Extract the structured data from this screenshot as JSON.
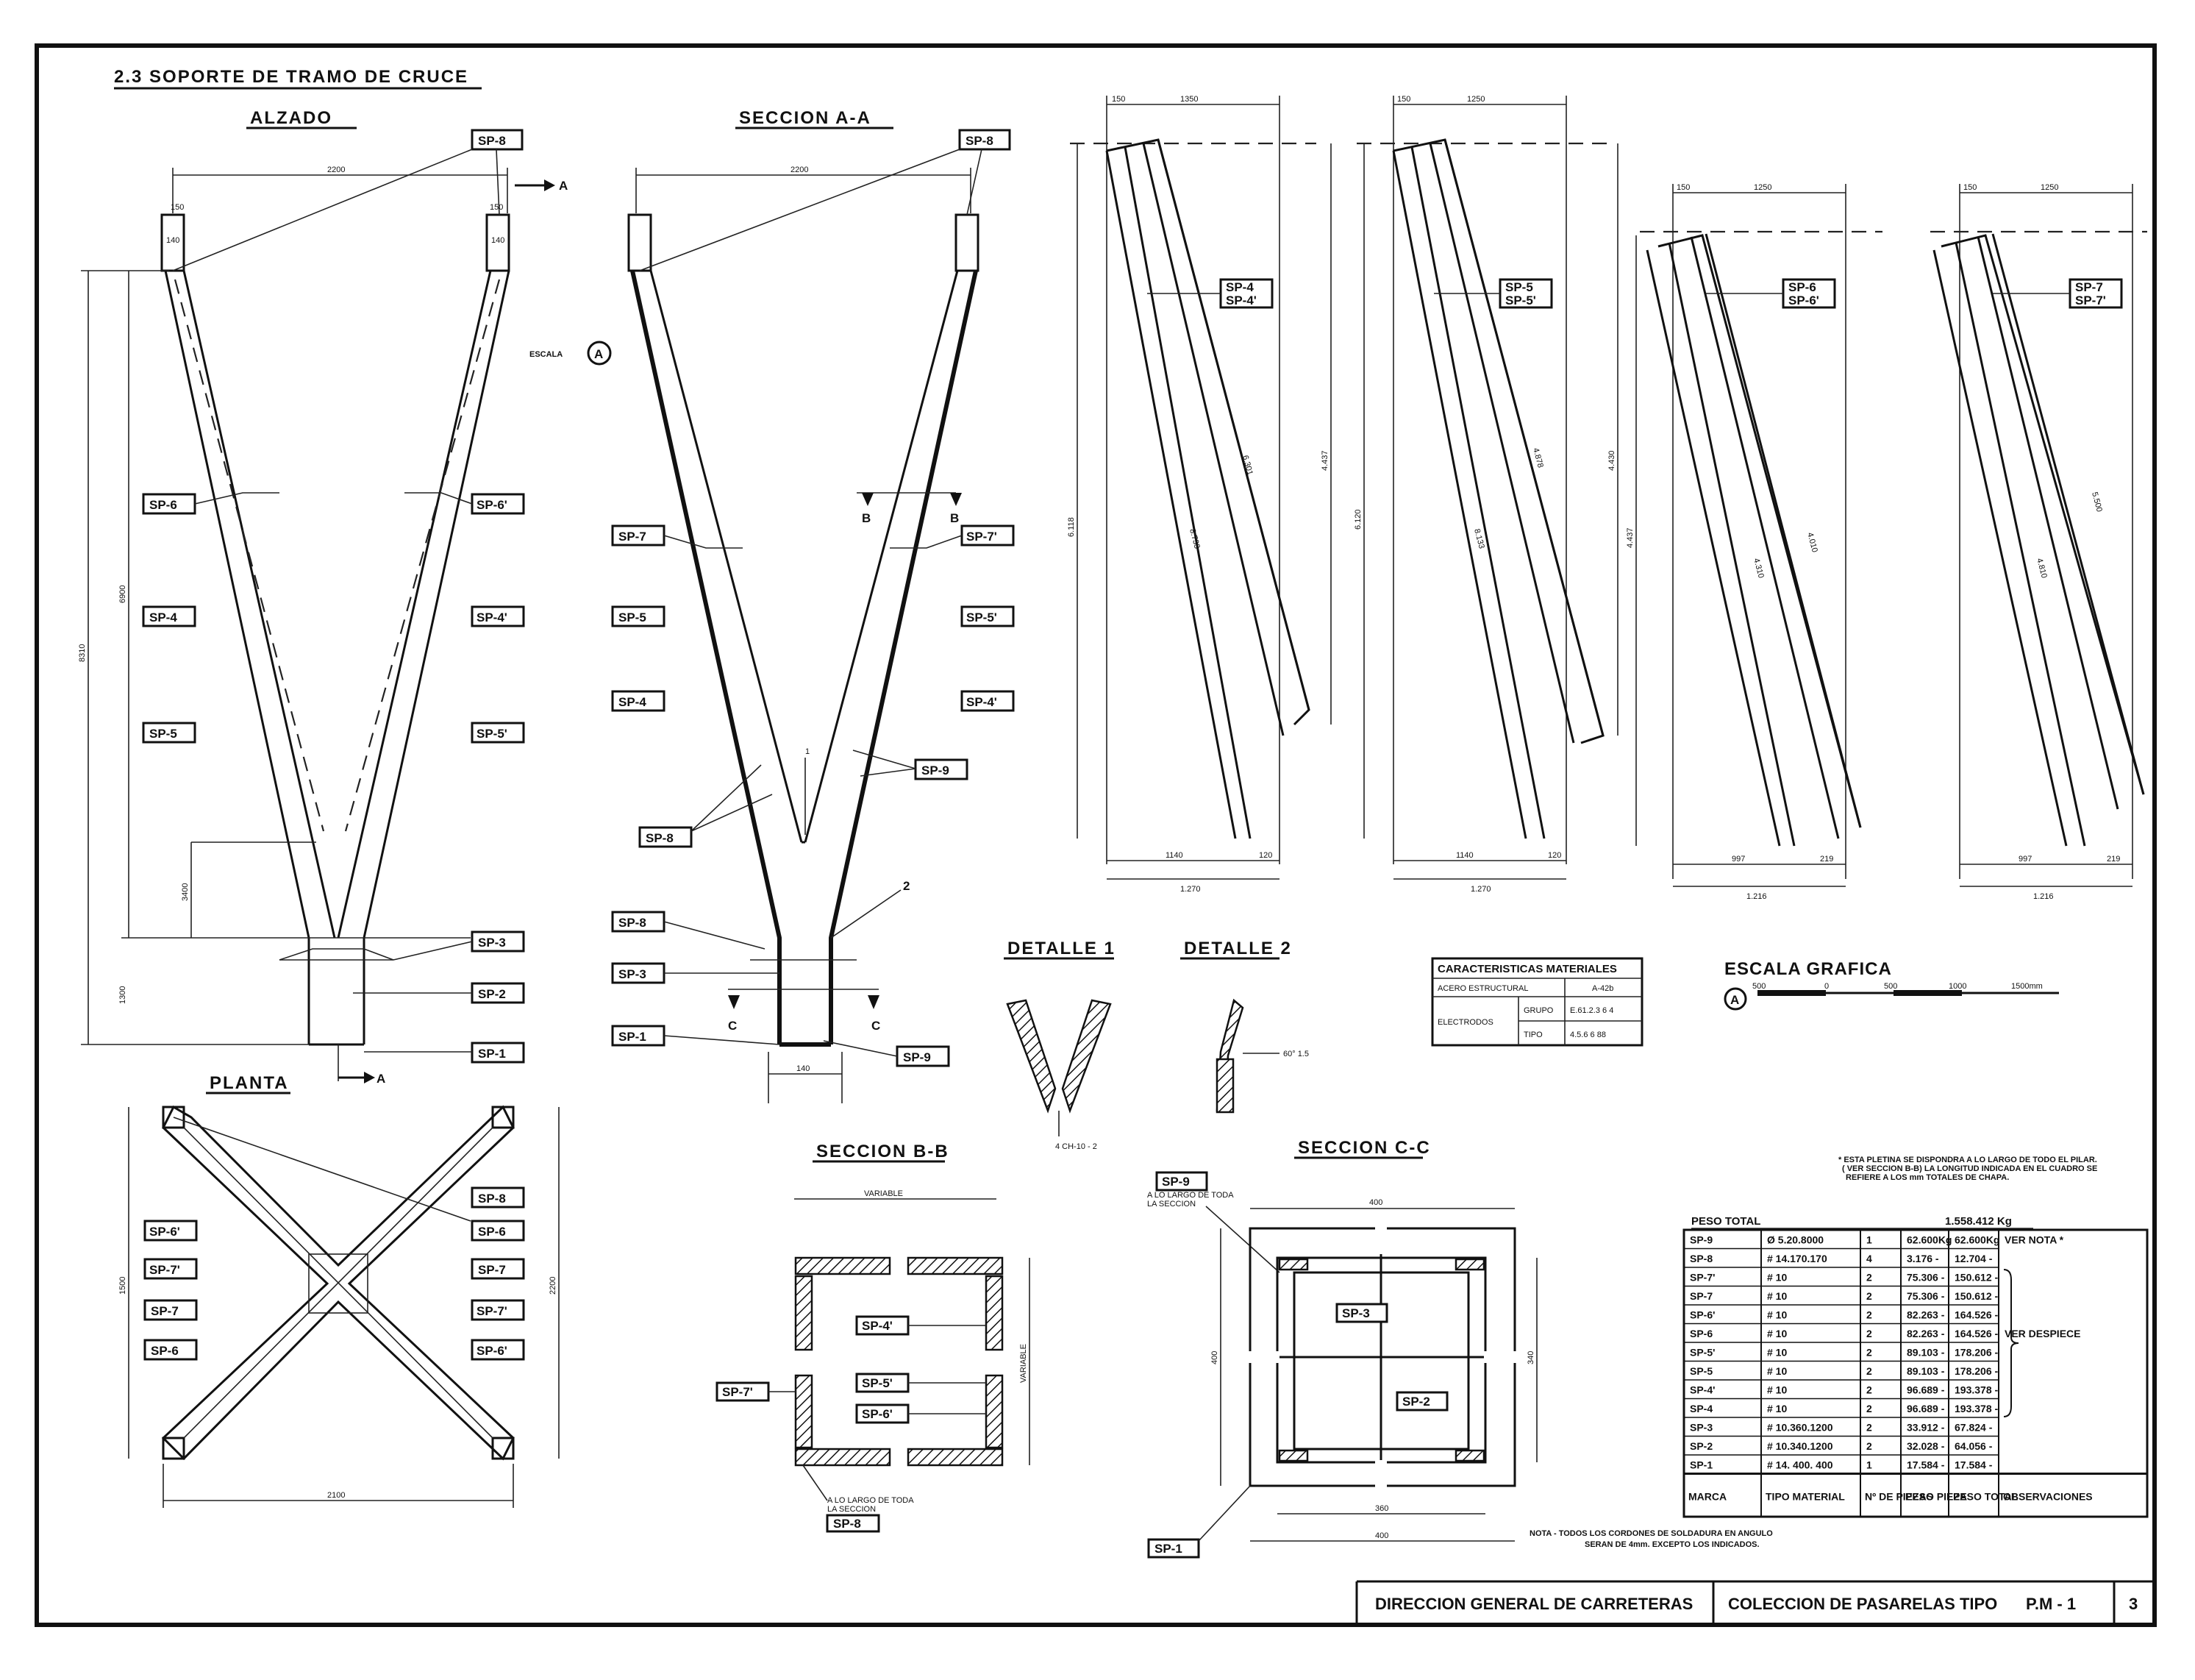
{
  "sheet_title": "2.3 SOPORTE DE TRAMO DE CRUCE",
  "views": {
    "alzado": "ALZADO",
    "seccion_aa": "SECCION A-A",
    "planta": "PLANTA",
    "seccion_bb": "SECCION B-B",
    "seccion_cc": "SECCION C-C",
    "detalle_1": "DETALLE 1",
    "detalle_2": "DETALLE 2"
  },
  "escala_label": "ESCALA",
  "escala_symbol": "A",
  "section_arrow": "A",
  "section_b": "B",
  "section_c": "C",
  "detail_markers": [
    "1",
    "2"
  ],
  "tags": {
    "sp1": "SP-1",
    "sp2": "SP-2",
    "sp3": "SP-3",
    "sp4": "SP-4",
    "sp4p": "SP-4'",
    "sp5": "SP-5",
    "sp5p": "SP-5'",
    "sp6": "SP-6",
    "sp6p": "SP-6'",
    "sp7": "SP-7",
    "sp7p": "SP-7'",
    "sp8": "SP-8",
    "sp9": "SP-9"
  },
  "tag_pairs": {
    "p45": [
      "SP-4",
      "SP-4'"
    ],
    "p55": [
      "SP-5",
      "SP-5'"
    ],
    "p66": [
      "SP-6",
      "SP-6'"
    ],
    "p77": [
      "SP-7",
      "SP-7'"
    ]
  },
  "dims": {
    "alzado_top": "2200",
    "alzado_h1": "6900",
    "alzado_h2": "8310",
    "alzado_h3": "3400",
    "alzado_h4": "1300",
    "sec_top": "2200",
    "dim_150": "150",
    "dim_140": "140",
    "plan_w": "2100",
    "plan_h": "1500",
    "plan_h2": "2200",
    "bb_top": "VARIABLE",
    "bb_side": "VARIABLE",
    "cc_top": "400",
    "cc_side": "400",
    "cc_inner": "340",
    "cc_bottom": "360",
    "cc_bottom2": "400"
  },
  "plate_dims": {
    "p1_top_a": "150",
    "p1_top_b": "1350",
    "p1_len_a": "8.733",
    "p1_len_b": "6.301",
    "p1_h": "4.437",
    "p1_h2": "6.118",
    "p1_bot_a": "1140",
    "p1_bot_b": "120",
    "p1_bot_total": "1.270",
    "p2_top_a": "150",
    "p2_top_b": "1250",
    "p2_len_a": "8.133",
    "p2_len_b": "4.878",
    "p2_h": "4.430",
    "p2_h2": "6.120",
    "p2_bot_a": "1140",
    "p2_bot_b": "120",
    "p2_bot_total": "1.270",
    "p3_top_a": "150",
    "p3_top_b": "1250",
    "p3_len_a": "4.310",
    "p3_len_b": "4.010",
    "p3_h": "4.437",
    "p3_bot_a": "997",
    "p3_bot_b": "219",
    "p3_bot_total": "1.216",
    "p4_top_a": "150",
    "p4_top_b": "1250",
    "p4_len_a": "4.810",
    "p4_len_b": "5.500",
    "p4_bot_a": "997",
    "p4_bot_b": "219",
    "p4_bot_total": "1.216"
  },
  "detail_notes": {
    "d1": "4 CH-10 - 2",
    "d2": "60° 1.5"
  },
  "bb_note": [
    "A LO LARGO DE TODA",
    "LA SECCION"
  ],
  "cc_note": [
    "A LO LARGO DE TODA",
    "LA SECCION"
  ],
  "materials": {
    "title": "CARACTERISTICAS MATERIALES",
    "rows": [
      {
        "label": "ACERO ESTRUCTURAL",
        "sub": "",
        "value": "A-42b"
      },
      {
        "label": "ELECTRODOS",
        "sub": "GRUPO",
        "value": "E.61.2.3 6 4"
      },
      {
        "label": "",
        "sub": "TIPO",
        "value": "4.5.6 6 88"
      }
    ]
  },
  "grafica": {
    "title": "ESCALA GRAFICA",
    "symbol": "A",
    "ticks": [
      "500",
      "0",
      "500",
      "1000",
      "1500mm"
    ]
  },
  "note_star": [
    "* ESTA PLETINA SE DISPONDRA A LO LARGO DE TODO EL PILAR.",
    "( VER SECCION B-B) LA LONGITUD INDICADA EN EL CUADRO SE",
    "REFIERE A LOS mm TOTALES DE CHAPA."
  ],
  "peso_total": {
    "label": "PESO TOTAL",
    "value": "1.558.412 Kg"
  },
  "table": {
    "headers": [
      "MARCA",
      "TIPO MATERIAL",
      "Nº DE PIEZAS",
      "PESO PIEZA",
      "PESO TOTAL",
      "OBSERVACIONES"
    ],
    "rows": [
      [
        "SP-9",
        "Ø 5.20.8000",
        "1",
        "62.600Kg",
        "62.600Kg",
        "VER NOTA *"
      ],
      [
        "SP-8",
        "# 14.170.170",
        "4",
        "3.176 -",
        "12.704 -",
        ""
      ],
      [
        "SP-7'",
        "# 10",
        "2",
        "75.306 -",
        "150.612 -",
        ""
      ],
      [
        "SP-7",
        "# 10",
        "2",
        "75.306 -",
        "150.612 -",
        ""
      ],
      [
        "SP-6'",
        "# 10",
        "2",
        "82.263 -",
        "164.526 -",
        ""
      ],
      [
        "SP-6",
        "# 10",
        "2",
        "82.263 -",
        "164.526 -",
        "VER DESPIECE"
      ],
      [
        "SP-5'",
        "# 10",
        "2",
        "89.103 -",
        "178.206 -",
        ""
      ],
      [
        "SP-5",
        "# 10",
        "2",
        "89.103 -",
        "178.206 -",
        ""
      ],
      [
        "SP-4'",
        "# 10",
        "2",
        "96.689 -",
        "193.378 -",
        ""
      ],
      [
        "SP-4",
        "# 10",
        "2",
        "96.689 -",
        "193.378 -",
        ""
      ],
      [
        "SP-3",
        "# 10.360.1200",
        "2",
        "33.912 -",
        "67.824 -",
        ""
      ],
      [
        "SP-2",
        "# 10.340.1200",
        "2",
        "32.028 -",
        "64.056 -",
        ""
      ],
      [
        "SP-1",
        "# 14. 400. 400",
        "1",
        "17.584 -",
        "17.584 -",
        ""
      ]
    ]
  },
  "nota": [
    "NOTA - TODOS LOS CORDONES DE SOLDADURA EN ANGULO",
    "SERAN DE 4mm. EXCEPTO LOS INDICADOS."
  ],
  "title_block": {
    "org": "DIRECCION GENERAL DE CARRETERAS",
    "collection": "COLECCION DE PASARELAS TIPO",
    "code": "P.M - 1",
    "sheet": "3"
  }
}
